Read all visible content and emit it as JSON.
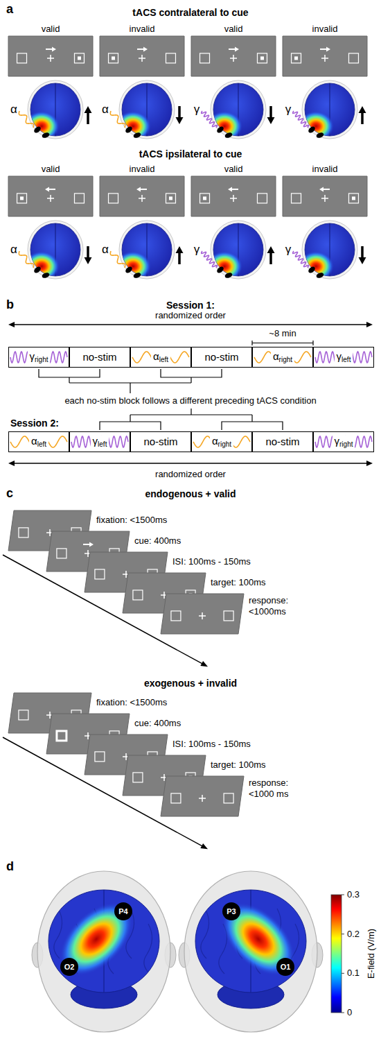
{
  "diagram": {
    "nodes": [
      {
        "text": [
          "γ",
          "right"
        ]
      },
      {
        "text": [
          "no-stim"
        ]
      },
      {
        "text": [
          "α",
          "left"
        ]
      },
      {
        "text": [
          "no-stim"
        ]
      },
      {
        "text": [
          "α",
          "right"
        ]
      },
      {
        "text": [
          "γ",
          "left"
        ]
      },
      {
        "text": [
          "α",
          "left"
        ]
      },
      {
        "text": [
          "γ",
          "left"
        ]
      },
      {
        "text": [
          "no-stim"
        ]
      },
      {
        "text": [
          "α",
          "right"
        ]
      },
      {
        "text": [
          "no-stim"
        ]
      },
      {
        "text": [
          "γ",
          "right"
        ]
      },
      {
        "text": [
          "P4"
        ]
      },
      {
        "text": [
          "O2"
        ]
      },
      {
        "text": [
          "P3"
        ]
      },
      {
        "text": [
          "O1"
        ]
      }
    ],
    "labels": [
      "a",
      "tACS contralateral to cue",
      "valid",
      "invalid",
      "valid",
      "invalid",
      "α",
      "α",
      "γ",
      "γ",
      "tACS ipsilateral to cue",
      "valid",
      "invalid",
      "valid",
      "invalid",
      "α",
      "α",
      "γ",
      "γ",
      "b",
      "Session 1:",
      "randomized order",
      "~8 min",
      "each no-stim block follows a different preceding tACS condition",
      "Session 2:",
      "randomized order",
      "c",
      "endogenous + valid",
      "fixation: <1500ms",
      "cue: 400ms",
      "ISI: 100ms - 150ms",
      "target: 100ms",
      "response: <1000ms",
      "exogenous + invalid",
      "fixation: <1500ms",
      "cue: 400ms",
      "ISI: 100ms - 150ms",
      "target: 100ms",
      "response: <1000 ms",
      "d",
      "0.3",
      "0.2",
      "0.1",
      "0",
      "E-field (V/m)"
    ]
  }
}
